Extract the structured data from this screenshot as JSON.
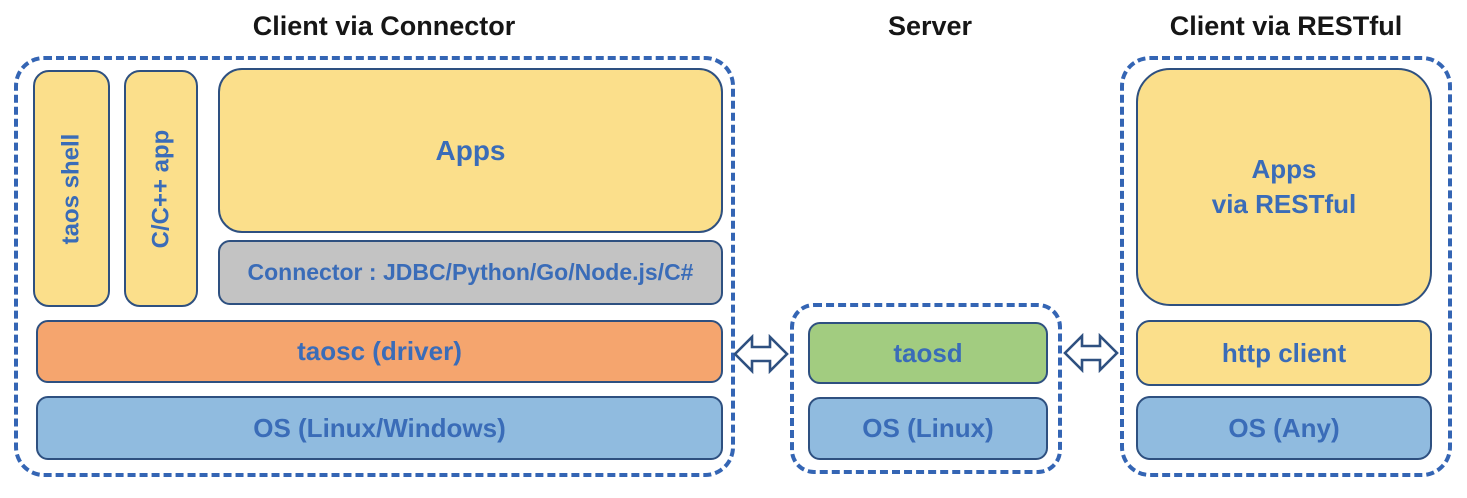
{
  "colors": {
    "yellow": "#FBDF8B",
    "orange": "#F5A56E",
    "blue": "#90BBDF",
    "green": "#A2CC80",
    "gray": "#C3C3C3",
    "label-blue": "#3A6CB8",
    "box-border": "#2E5080",
    "dashed-border": "#3465B4",
    "title-color": "#161616",
    "arrow-fill": "#FFFFFF"
  },
  "left": {
    "title": "Client via Connector",
    "taos_shell": "taos shell",
    "cpp_app": "C/C++ app",
    "apps": "Apps",
    "connector": "Connector : JDBC/Python/Go/Node.js/C#",
    "taosc": "taosc (driver)",
    "os": "OS (Linux/Windows)"
  },
  "server": {
    "title": "Server",
    "taosd": "taosd",
    "os": "OS (Linux)"
  },
  "rest": {
    "title": "Client via RESTful",
    "apps": "Apps\nvia RESTful",
    "http_client": "http client",
    "os": "OS (Any)"
  },
  "icons": {
    "left_link": "double-arrow-icon",
    "right_link": "double-arrow-icon"
  }
}
